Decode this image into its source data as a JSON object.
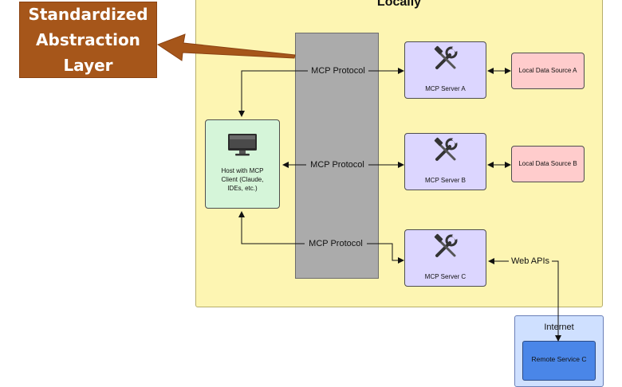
{
  "locally_title": "Locally",
  "abstraction_label": "Standardized\nAbstraction\nLayer",
  "protocol_labels": [
    "MCP Protocol",
    "MCP Protocol",
    "MCP Protocol"
  ],
  "host_label": "Host with MCP\nClient (Claude,\nIDEs, etc.)",
  "servers": [
    "MCP Server A",
    "MCP Server B",
    "MCP Server C"
  ],
  "local_sources": [
    "Local Data Source A",
    "Local Data Source B"
  ],
  "web_apis_label": "Web APIs",
  "internet_title": "Internet",
  "remote_service": "Remote Service C",
  "colors": {
    "locally_fill": "#fdf5b2",
    "abstraction_fill": "#a6561a",
    "protocol_fill": "#ababab",
    "server_fill": "#dcd6ff",
    "source_fill": "#ffcccc",
    "host_fill": "#d5f5d9",
    "internet_fill": "#cfe0ff",
    "remote_fill": "#4a86e8"
  }
}
